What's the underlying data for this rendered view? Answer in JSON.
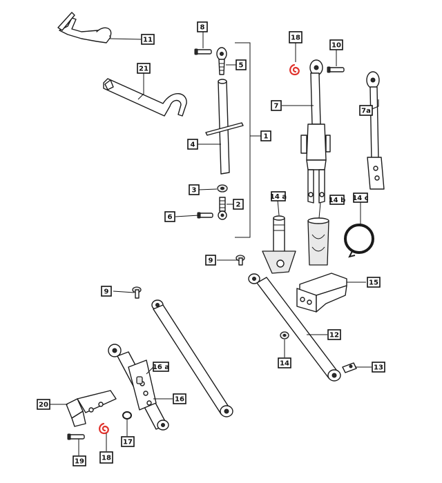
{
  "colors": {
    "line": "#1a1a1a",
    "highlight_border": "#8a2a8a",
    "plain_border": "#111111",
    "spring": "#e0322c"
  },
  "callouts": [
    {
      "id": "c11",
      "label": "11",
      "highlight": false
    },
    {
      "id": "c21",
      "label": "21",
      "highlight": false
    },
    {
      "id": "c8",
      "label": "8",
      "highlight": false
    },
    {
      "id": "c5",
      "label": "5",
      "highlight": true
    },
    {
      "id": "c1",
      "label": "1",
      "highlight": true
    },
    {
      "id": "c4",
      "label": "4",
      "highlight": true
    },
    {
      "id": "c3",
      "label": "3",
      "highlight": true
    },
    {
      "id": "c2",
      "label": "2",
      "highlight": true
    },
    {
      "id": "c6",
      "label": "6",
      "highlight": false
    },
    {
      "id": "c18a",
      "label": "18",
      "highlight": true
    },
    {
      "id": "c10",
      "label": "10",
      "highlight": false
    },
    {
      "id": "c7",
      "label": "7",
      "highlight": false
    },
    {
      "id": "c7a",
      "label": "7a",
      "highlight": true
    },
    {
      "id": "c14a",
      "label": "14 a",
      "highlight": false
    },
    {
      "id": "c14b",
      "label": "14 b",
      "highlight": false
    },
    {
      "id": "c14c",
      "label": "14 c",
      "highlight": false
    },
    {
      "id": "c9a",
      "label": "9",
      "highlight": false
    },
    {
      "id": "c15",
      "label": "15",
      "highlight": false
    },
    {
      "id": "c9b",
      "label": "9",
      "highlight": false
    },
    {
      "id": "c12",
      "label": "12",
      "highlight": true
    },
    {
      "id": "c14",
      "label": "14",
      "highlight": false
    },
    {
      "id": "c13",
      "label": "13",
      "highlight": false
    },
    {
      "id": "c16a",
      "label": "16 a",
      "highlight": false
    },
    {
      "id": "c16",
      "label": "16",
      "highlight": false
    },
    {
      "id": "c20",
      "label": "20",
      "highlight": false
    },
    {
      "id": "c17",
      "label": "17",
      "highlight": false
    },
    {
      "id": "c19",
      "label": "19",
      "highlight": false
    },
    {
      "id": "c18b",
      "label": "18",
      "highlight": true
    }
  ]
}
